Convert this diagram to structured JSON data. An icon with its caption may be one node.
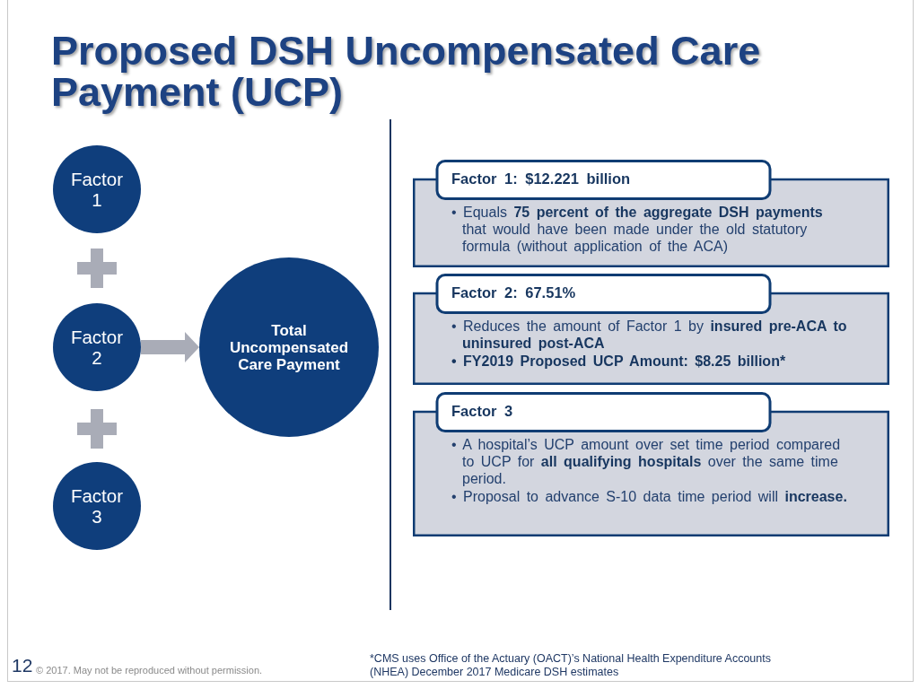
{
  "diagram": {
    "title": "Proposed DSH Uncompensated Care Payment (UCP)",
    "nodes": [
      {
        "text": [
          "Factor 1"
        ]
      },
      {
        "text": [
          "Factor 2"
        ]
      },
      {
        "text": [
          "Factor 3"
        ]
      },
      {
        "text": [
          "Total Uncompensated Care Payment"
        ]
      },
      {
        "text": [
          "Factor 1: $12.221 billion",
          "• Equals **75 percent of the aggregate DSH payments** that would have been made under the old statutory formula (without application of the ACA)"
        ]
      },
      {
        "text": [
          "Factor 2: 67.51%",
          "• Reduces the amount of Factor 1 by **insured pre-ACA to uninsured post-ACA**",
          "• FY2019 Proposed UCP Amount: $8.25 billion*"
        ]
      },
      {
        "text": [
          "Factor 3",
          "• A hospital’s UCP amount over set time period compared to UCP for **all qualifying hospitals** over the same time period.",
          "• Proposal to advance S-10 data time period will **increase.**"
        ]
      }
    ],
    "edges": [
      {
        "from": 1,
        "to": 3,
        "arrow": "to"
      }
    ],
    "labels": [
      "12",
      "© 2017. May not be reproduced without permission.",
      "*CMS uses Office of the Actuary (OACT)’s National Health Expenditure Accounts (NHEA) December 2017 Medicare DSH estimates"
    ]
  }
}
